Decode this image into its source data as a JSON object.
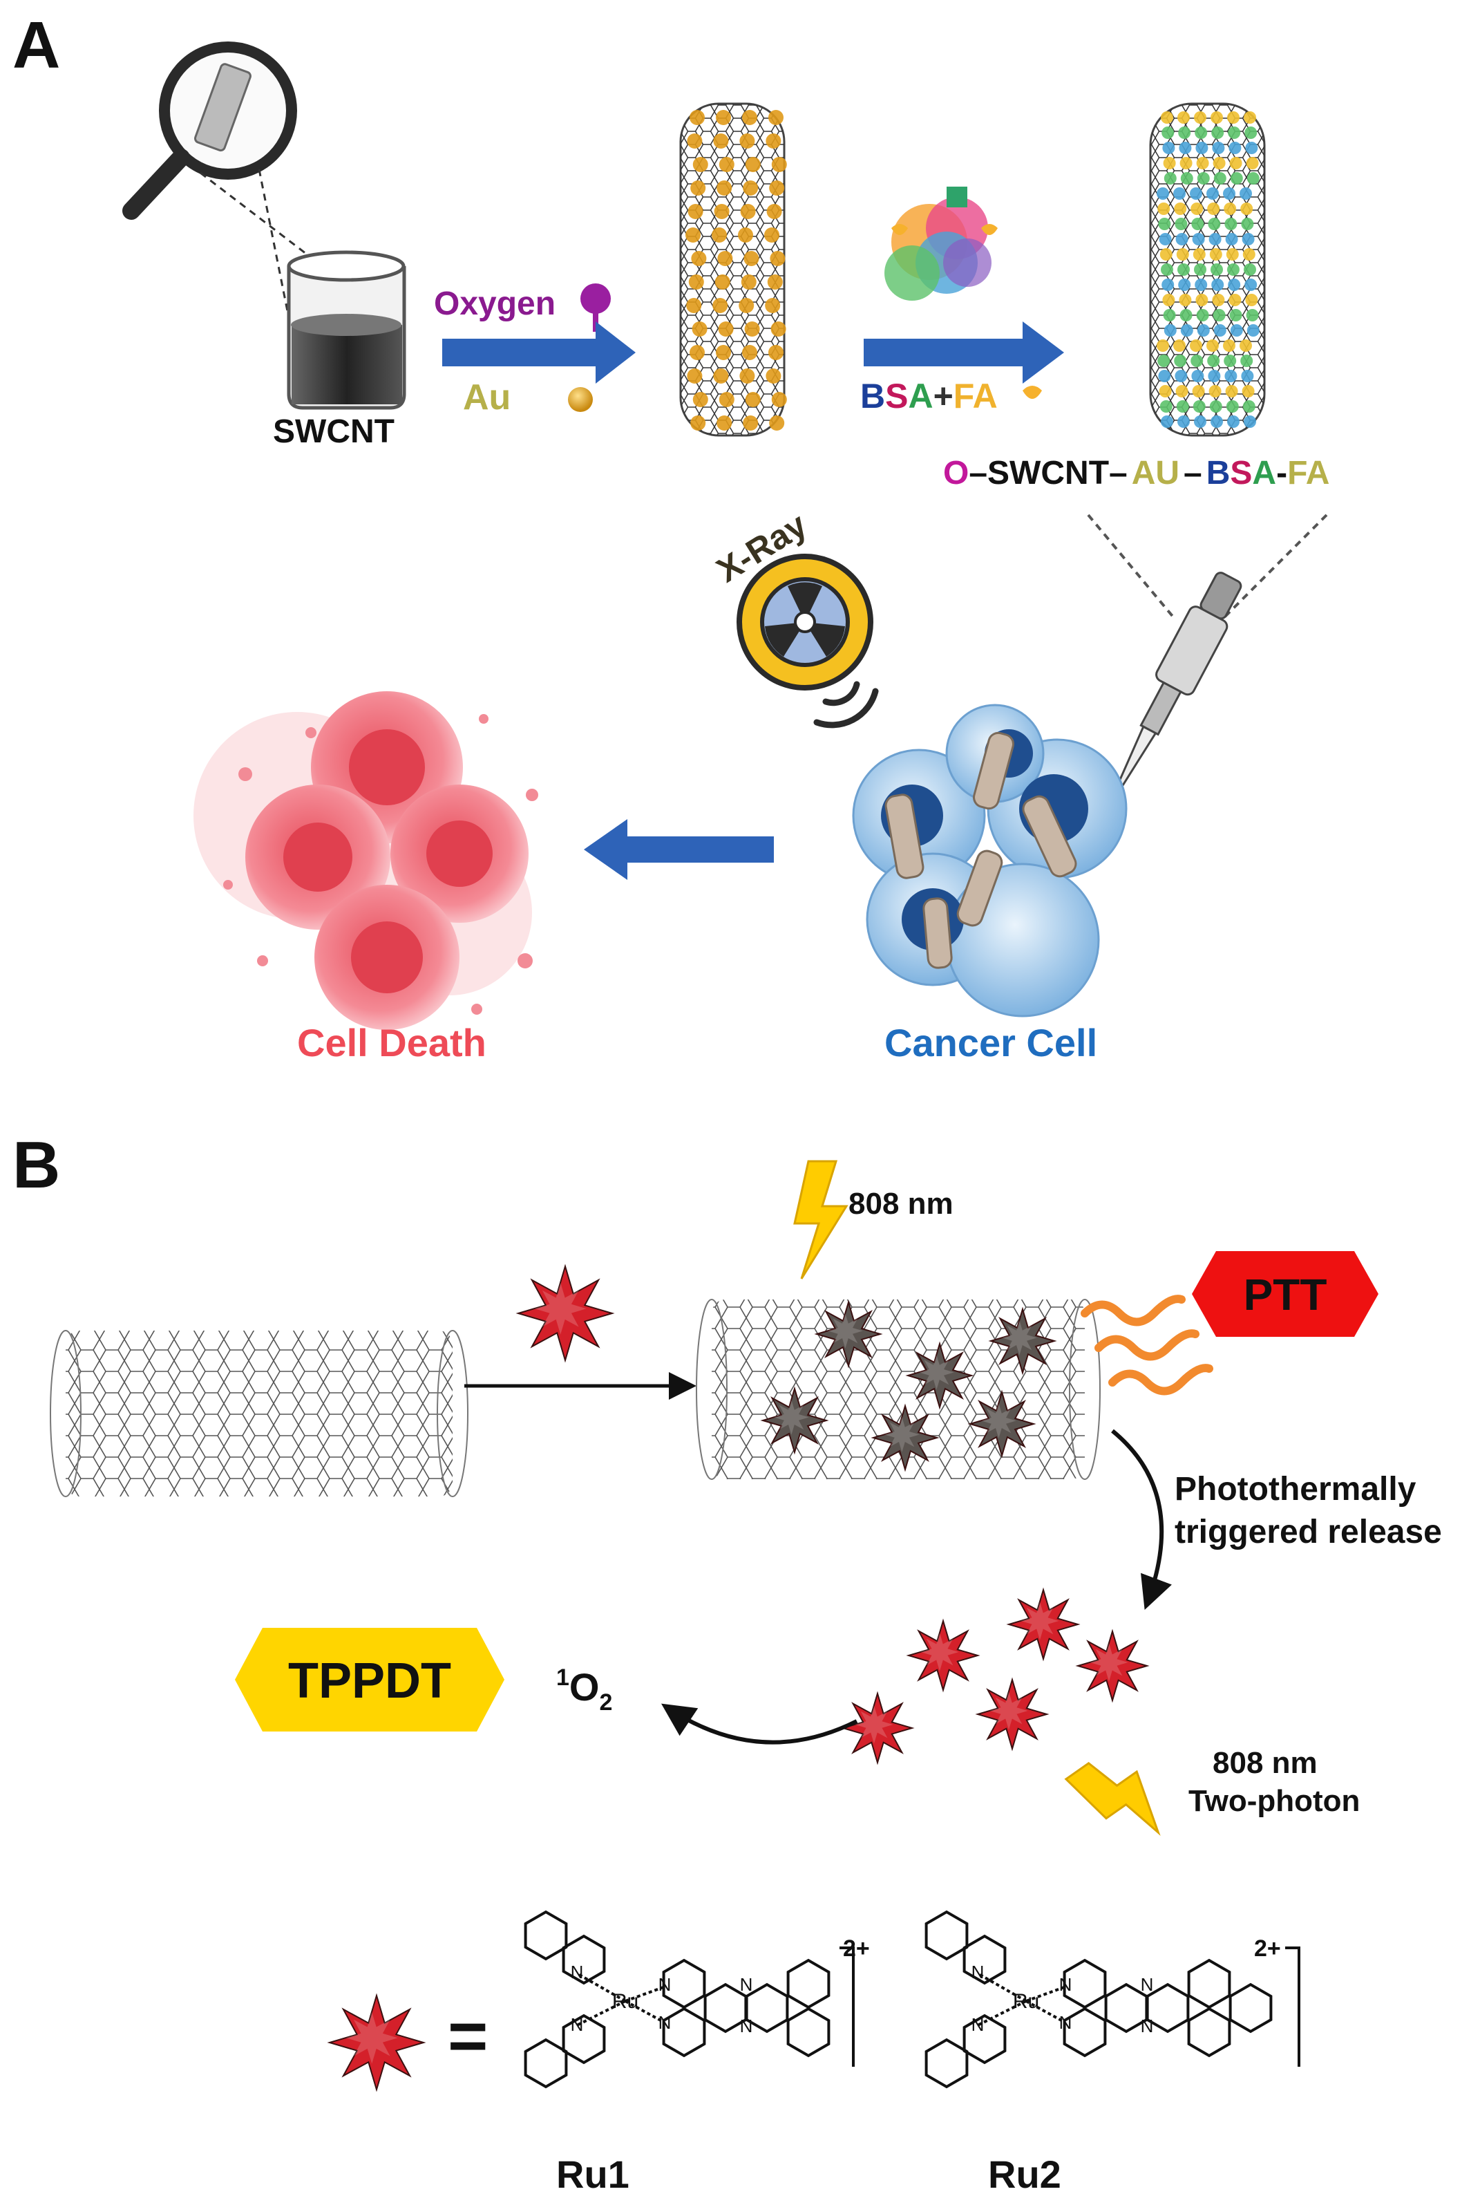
{
  "panel_a": {
    "letter": "A",
    "swcnt": "SWCNT",
    "oxygen": "Oxygen",
    "au": "Au",
    "bsa_b": "B",
    "bsa_s": "S",
    "bsa_a": "A",
    "plus": "+",
    "fa": "FA",
    "product_o": "O",
    "product_swcnt": "–SWCNT–",
    "product_au": "AU",
    "product_dash1": "–",
    "product_b": "B",
    "product_s": "S",
    "product_a": "A",
    "product_dash2": "-",
    "product_fa": "FA",
    "xray": "X-Ray",
    "cell_death": "Cell Death",
    "cancer_cell": "Cancer Cell",
    "colors": {
      "oxygen": "#8a1a8f",
      "au": "#b6b04a",
      "arrow": "#2e63b8",
      "cell_death": "#ee4b57",
      "cancer_cell": "#1f6dbf",
      "b": "#1b3f9a",
      "s": "#c2185b",
      "a": "#2e9e4f",
      "o": "#c2189b"
    }
  },
  "panel_b": {
    "letter": "B",
    "laser_top": "808 nm",
    "ptt": "PTT",
    "release_line1": "Photothermally",
    "release_line2": "triggered release",
    "tppdt": "TPPDT",
    "singlet_sup": "1",
    "singlet_o": "O",
    "singlet_sub": "2",
    "laser_bottom_line1": "808 nm",
    "laser_bottom_line2": "Two-photon",
    "equals": "=",
    "ru1": "Ru1",
    "ru2": "Ru2",
    "ru_atom": "Ru",
    "n_atom": "N",
    "charge": "2+",
    "colors": {
      "ptt": "#ee1111",
      "tppdt": "#ffd500",
      "star_red": "#d4202a",
      "star_dark": "#5a5450",
      "bolt": "#ffcc00"
    }
  }
}
